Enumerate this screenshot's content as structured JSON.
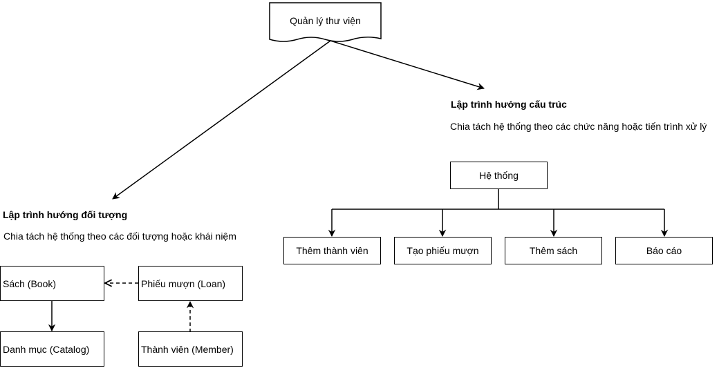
{
  "root": {
    "label": "Quản lý thư viện"
  },
  "structured": {
    "heading": "Lập trình hướng cấu trúc",
    "description": "Chia tách hệ thống theo các chức năng hoặc tiến trình xử lý",
    "system": "Hệ thống",
    "functions": [
      "Thêm thành viên",
      "Tạo phiếu mượn",
      "Thêm sách",
      "Báo cáo"
    ]
  },
  "oop": {
    "heading": "Lập trình hướng đối tượng",
    "description": "Chia tách hệ thống theo các đối tượng hoặc khái niệm",
    "book": "Sách (Book)",
    "loan": "Phiếu mượn (Loan)",
    "catalog": "Danh mục (Catalog)",
    "member": "Thành viên (Member)"
  }
}
